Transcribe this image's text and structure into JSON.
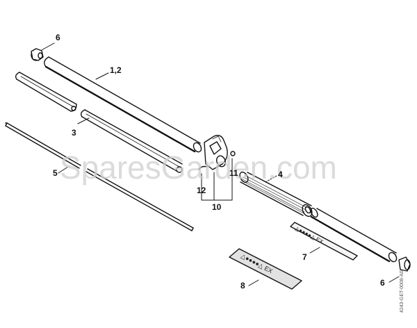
{
  "diagram": {
    "watermark": "SparesGarden.com",
    "drawing_code": "4243-GET-0008-A0",
    "callouts": [
      {
        "id": "6a",
        "label": "6",
        "part": "nut-top"
      },
      {
        "id": "1-2",
        "label": "1,2",
        "part": "drive-tube-upper"
      },
      {
        "id": "3",
        "label": "3",
        "part": "liner"
      },
      {
        "id": "5",
        "label": "5",
        "part": "drive-shaft"
      },
      {
        "id": "11",
        "label": "11",
        "part": "screw"
      },
      {
        "id": "12",
        "label": "12",
        "part": "clamp-insert"
      },
      {
        "id": "10",
        "label": "10",
        "part": "clamp-assembly"
      },
      {
        "id": "4",
        "label": "4",
        "part": "grip-hose"
      },
      {
        "id": "7",
        "label": "7",
        "part": "decal-upper"
      },
      {
        "id": "8",
        "label": "8",
        "part": "decal-lower"
      },
      {
        "id": "6b",
        "label": "6",
        "part": "nut-bottom"
      }
    ],
    "decal_text": "△●●●●△ EX"
  }
}
